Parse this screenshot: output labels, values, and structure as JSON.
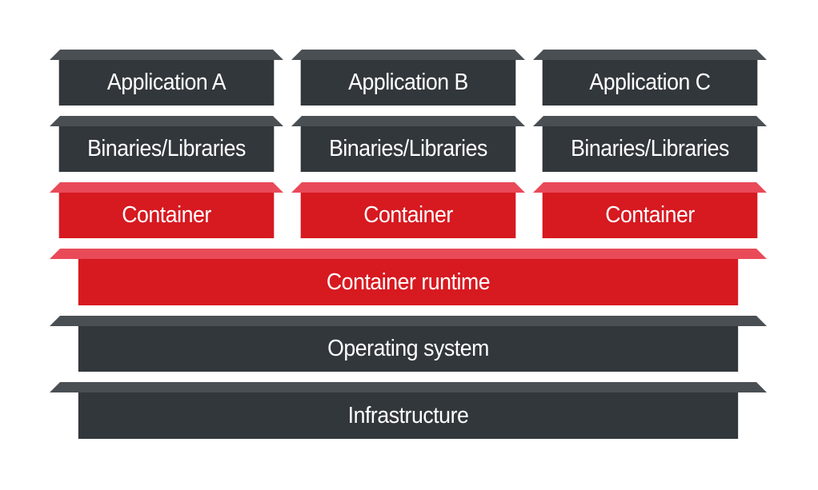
{
  "applications": [
    "Application A",
    "Application B",
    "Application C"
  ],
  "binaries": [
    "Binaries/Libraries",
    "Binaries/Libraries",
    "Binaries/Libraries"
  ],
  "containers": [
    "Container",
    "Container",
    "Container"
  ],
  "runtime": "Container runtime",
  "os": "Operating system",
  "infrastructure": "Infrastructure",
  "colors": {
    "dark_face": "#32373c",
    "dark_top": "#4a4f54",
    "red_face": "#d71920",
    "red_top": "#e94a58",
    "text": "#ffffff"
  }
}
